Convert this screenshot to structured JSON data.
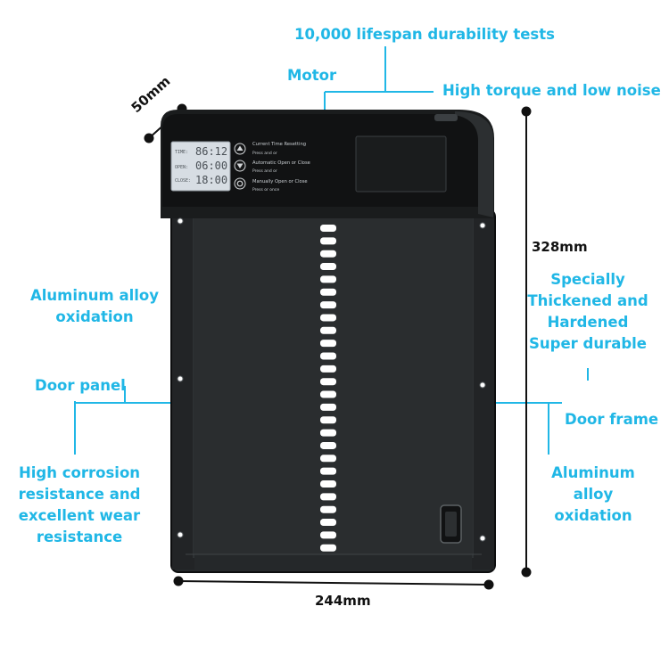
{
  "colors": {
    "accent": "#20b7e6",
    "device_body": "#1f2123",
    "device_top": "#111213",
    "lcd_bg": "#d7dde3",
    "window_light": "#ffffff",
    "dimension_ink": "#111111"
  },
  "callouts": {
    "durability_tests": "10,000 lifespan durability tests",
    "motor": "Motor",
    "high_torque": "High torque and low noise",
    "aluminum_left": [
      "Aluminum alloy",
      "oxidation"
    ],
    "door_panel": "Door panel",
    "corrosion": [
      "High corrosion",
      "resistance and",
      "excellent wear",
      "resistance"
    ],
    "specially": [
      "Specially",
      "Thickened and",
      "Hardened",
      "Super durable"
    ],
    "door_frame": "Door frame",
    "aluminum_right": [
      "Aluminum",
      "alloy",
      "oxidation"
    ]
  },
  "dimensions": {
    "depth": "50mm",
    "height": "328mm",
    "width": "244mm"
  },
  "control_panel": {
    "time_label": "TIME:",
    "time_value": "86:12",
    "open_label": "OPEN:",
    "open_value": "06:00",
    "close_label": "CLOSE:",
    "close_value": "18:00",
    "instruction_1_title": "Current Time Resetting",
    "instruction_1_detail": "Press  and  or ",
    "instruction_2_title": "Automatic Open or Close",
    "instruction_2_detail": "Press  and  or ",
    "instruction_3_title": "Manually Open or Close",
    "instruction_3_detail": "Press  or  once",
    "up_icon": "triangle-up-icon",
    "down_icon": "triangle-down-icon",
    "set_icon": "gear-icon"
  }
}
